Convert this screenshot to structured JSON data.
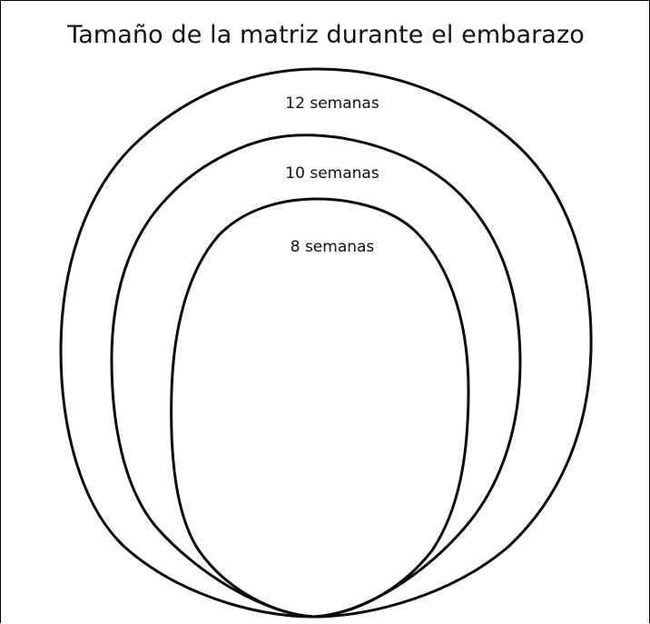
{
  "title": "Tamaño de la matriz durante el embarazo",
  "stages": [
    {
      "label": "12 semanas"
    },
    {
      "label": "10 semanas"
    },
    {
      "label": "8 semanas"
    }
  ]
}
